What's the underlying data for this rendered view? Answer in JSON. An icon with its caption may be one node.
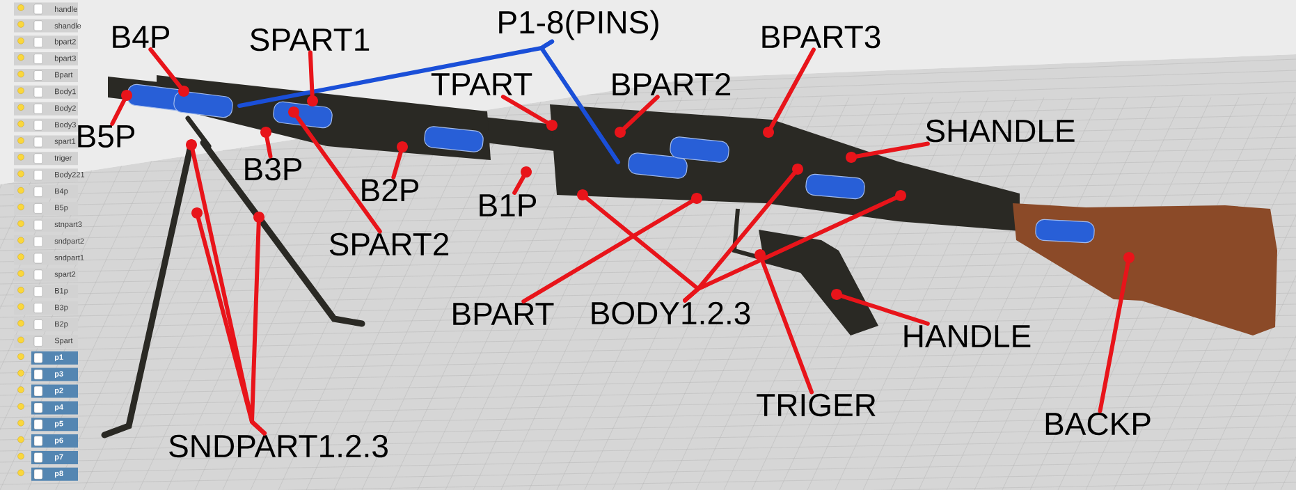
{
  "diagram": {
    "nodes": [
      {
        "text": [
          "P1-8(PINS)"
        ]
      },
      {
        "text": [
          "B4P"
        ]
      },
      {
        "text": [
          "SPART1"
        ]
      },
      {
        "text": [
          "BPART3"
        ]
      },
      {
        "text": [
          "TPART"
        ]
      },
      {
        "text": [
          "BPART2"
        ]
      },
      {
        "text": [
          "SHANDLE"
        ]
      },
      {
        "text": [
          "B5P"
        ]
      },
      {
        "text": [
          "B3P"
        ]
      },
      {
        "text": [
          "B2P"
        ]
      },
      {
        "text": [
          "B1P"
        ]
      },
      {
        "text": [
          "SPART2"
        ]
      },
      {
        "text": [
          "BPART"
        ]
      },
      {
        "text": [
          "BODY1.2.3"
        ]
      },
      {
        "text": [
          "HANDLE"
        ]
      },
      {
        "text": [
          "TRIGER"
        ]
      },
      {
        "text": [
          "BACKP"
        ]
      },
      {
        "text": [
          "SNDPART1.2.3"
        ]
      }
    ],
    "edges": [
      {
        "from": 0,
        "to": null,
        "arrow": "none",
        "color": "#1a4fd8"
      },
      {
        "from": 0,
        "to": null,
        "arrow": "none",
        "color": "#1a4fd8"
      },
      {
        "from": 1,
        "to": null,
        "arrow": "other"
      },
      {
        "from": 2,
        "to": null,
        "arrow": "other"
      },
      {
        "from": 3,
        "to": null,
        "arrow": "other"
      },
      {
        "from": 4,
        "to": null,
        "arrow": "other"
      },
      {
        "from": 5,
        "to": null,
        "arrow": "other"
      },
      {
        "from": 6,
        "to": null,
        "arrow": "other"
      },
      {
        "from": 7,
        "to": null,
        "arrow": "other"
      },
      {
        "from": 8,
        "to": null,
        "arrow": "other"
      },
      {
        "from": 9,
        "to": null,
        "arrow": "other"
      },
      {
        "from": 10,
        "to": null,
        "arrow": "other"
      },
      {
        "from": 11,
        "to": null,
        "arrow": "other"
      },
      {
        "from": 12,
        "to": null,
        "arrow": "other"
      },
      {
        "from": 13,
        "to": null,
        "arrow": "other"
      },
      {
        "from": 13,
        "to": null,
        "arrow": "other"
      },
      {
        "from": 13,
        "to": null,
        "arrow": "other"
      },
      {
        "from": 14,
        "to": null,
        "arrow": "other"
      },
      {
        "from": 15,
        "to": null,
        "arrow": "other"
      },
      {
        "from": 16,
        "to": null,
        "arrow": "other"
      },
      {
        "from": 17,
        "to": null,
        "arrow": "other"
      },
      {
        "from": 17,
        "to": null,
        "arrow": "other"
      },
      {
        "from": 17,
        "to": null,
        "arrow": "other"
      }
    ],
    "labels": [
      "handle",
      "shandle",
      "bpart2",
      "bpart3",
      "Bpart",
      "Body1",
      "Body2",
      "Body3",
      "spart1",
      "triger",
      "Body221",
      "B4p",
      "B5p",
      "stnpart3",
      "sndpart2",
      "sndpart1",
      "spart2",
      "B1p",
      "B3p",
      "B2p",
      "Spart",
      "p1",
      "p3",
      "p2",
      "p4",
      "p5",
      "p6",
      "p7",
      "p8"
    ]
  }
}
